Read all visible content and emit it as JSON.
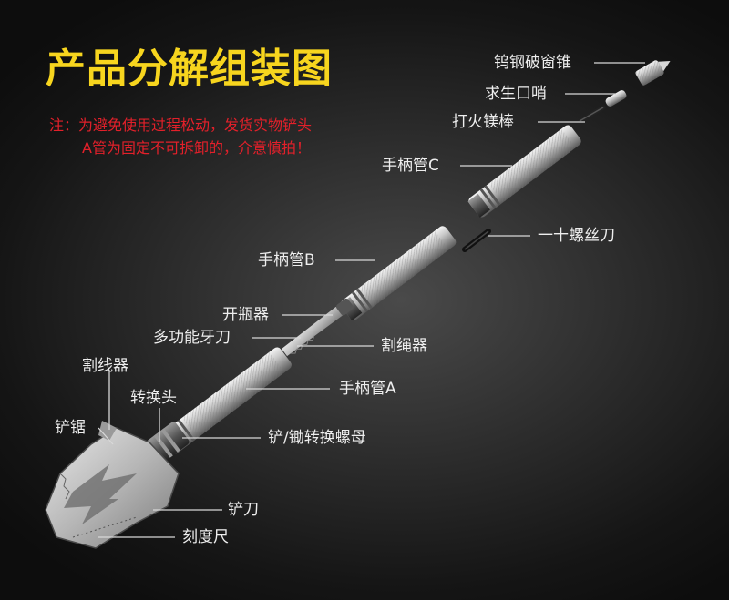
{
  "title": "产品分解组装图",
  "note": {
    "line1": "注：为避免使用过程松动，发货实物铲头",
    "line2": "A管为固定不可拆卸的，介意慎拍！"
  },
  "parts": {
    "window_breaker": "钨钢破窗锥",
    "whistle": "求生口哨",
    "fire_starter": "打火镁棒",
    "handle_c": "手柄管C",
    "screwdriver": "一十螺丝刀",
    "handle_b": "手柄管B",
    "bottle_opener": "开瓶器",
    "multi_saw_knife": "多功能牙刀",
    "rope_cutter": "割绳器",
    "wire_cutter": "割线器",
    "adapter_head": "转换头",
    "handle_a": "手柄管A",
    "saw": "铲锯",
    "shovel_hoe_nut": "铲/锄转换螺母",
    "shovel_blade": "铲刀",
    "scale_ruler": "刻度尺"
  }
}
